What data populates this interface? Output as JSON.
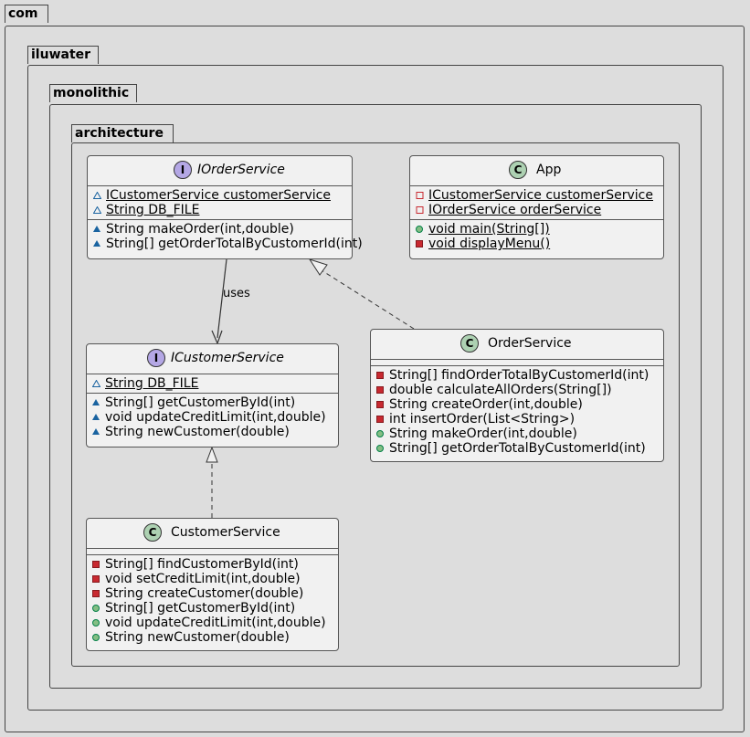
{
  "packages": {
    "com": "com",
    "iluwater": "iluwater",
    "monolithic": "monolithic",
    "architecture": "architecture"
  },
  "classes": {
    "IOrderService": {
      "name": "IOrderService",
      "stereotype": "I",
      "fields": [
        "ICustomerService customerService",
        "String DB_FILE"
      ],
      "methods": [
        "String makeOrder(int,double)",
        "String[] getOrderTotalByCustomerId(int)"
      ]
    },
    "App": {
      "name": "App",
      "stereotype": "C",
      "fields": [
        "ICustomerService customerService",
        "IOrderService orderService"
      ],
      "methods": [
        "void main(String[])",
        "void displayMenu()"
      ]
    },
    "ICustomerService": {
      "name": "ICustomerService",
      "stereotype": "I",
      "fields": [
        "String DB_FILE"
      ],
      "methods": [
        "String[] getCustomerById(int)",
        "void updateCreditLimit(int,double)",
        "String newCustomer(double)"
      ]
    },
    "OrderService": {
      "name": "OrderService",
      "stereotype": "C",
      "methods": [
        "String[] findOrderTotalByCustomerId(int)",
        "double calculateAllOrders(String[])",
        "String createOrder(int,double)",
        "int insertOrder(List<String>)",
        "String makeOrder(int,double)",
        "String[] getOrderTotalByCustomerId(int)"
      ]
    },
    "CustomerService": {
      "name": "CustomerService",
      "stereotype": "C",
      "methods": [
        "String[] findCustomerById(int)",
        "void setCreditLimit(int,double)",
        "String createCustomer(double)",
        "String[] getCustomerById(int)",
        "void updateCreditLimit(int,double)",
        "String newCustomer(double)"
      ]
    }
  },
  "relations": {
    "uses_label": "uses"
  },
  "colors": {
    "background": "#dddddd",
    "class_fill": "#f1f1f1",
    "interface_badge": "#b4a7e5",
    "class_badge": "#add1b2",
    "private": "#c82930",
    "public": "#84be84",
    "package_visibility": "#1963a0"
  }
}
